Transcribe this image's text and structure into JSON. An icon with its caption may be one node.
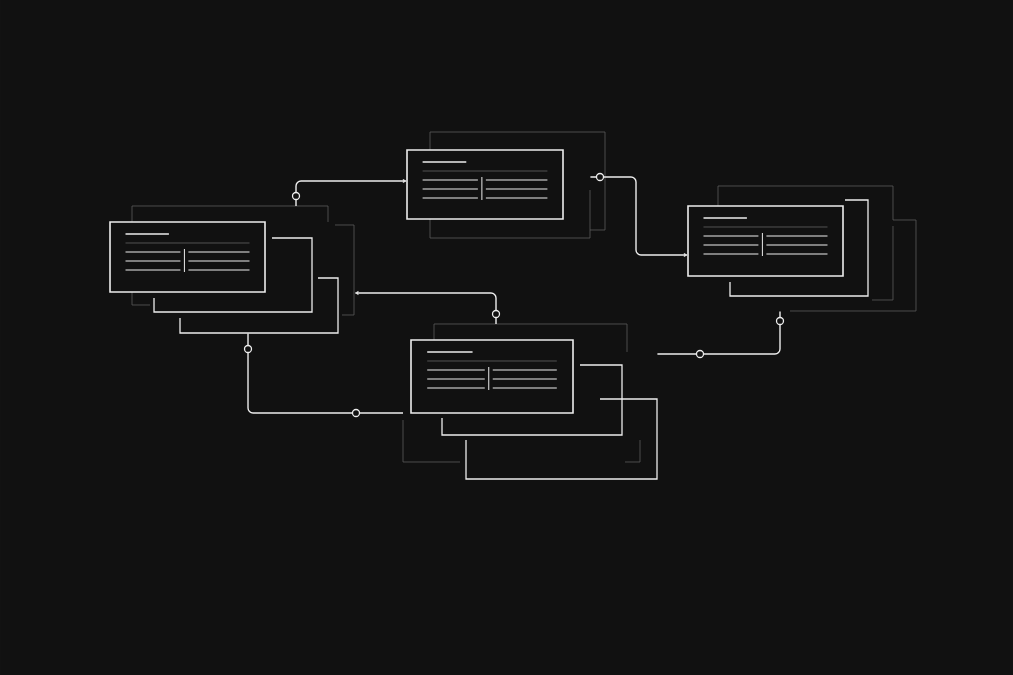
{
  "diagram": {
    "nodes": [
      {
        "text": [],
        "shape": "box"
      },
      {
        "text": [],
        "shape": "box"
      },
      {
        "text": [],
        "shape": "box"
      },
      {
        "text": [],
        "shape": "box"
      }
    ],
    "edges": [
      {
        "from": 0,
        "to": 1,
        "arrow": "to"
      },
      {
        "from": 1,
        "to": 3,
        "arrow": "to"
      },
      {
        "from": 2,
        "to": 0,
        "arrow": "to"
      },
      {
        "from": 0,
        "to": 2,
        "arrow": "none"
      },
      {
        "from": 3,
        "to": 2,
        "arrow": "none"
      }
    ]
  }
}
